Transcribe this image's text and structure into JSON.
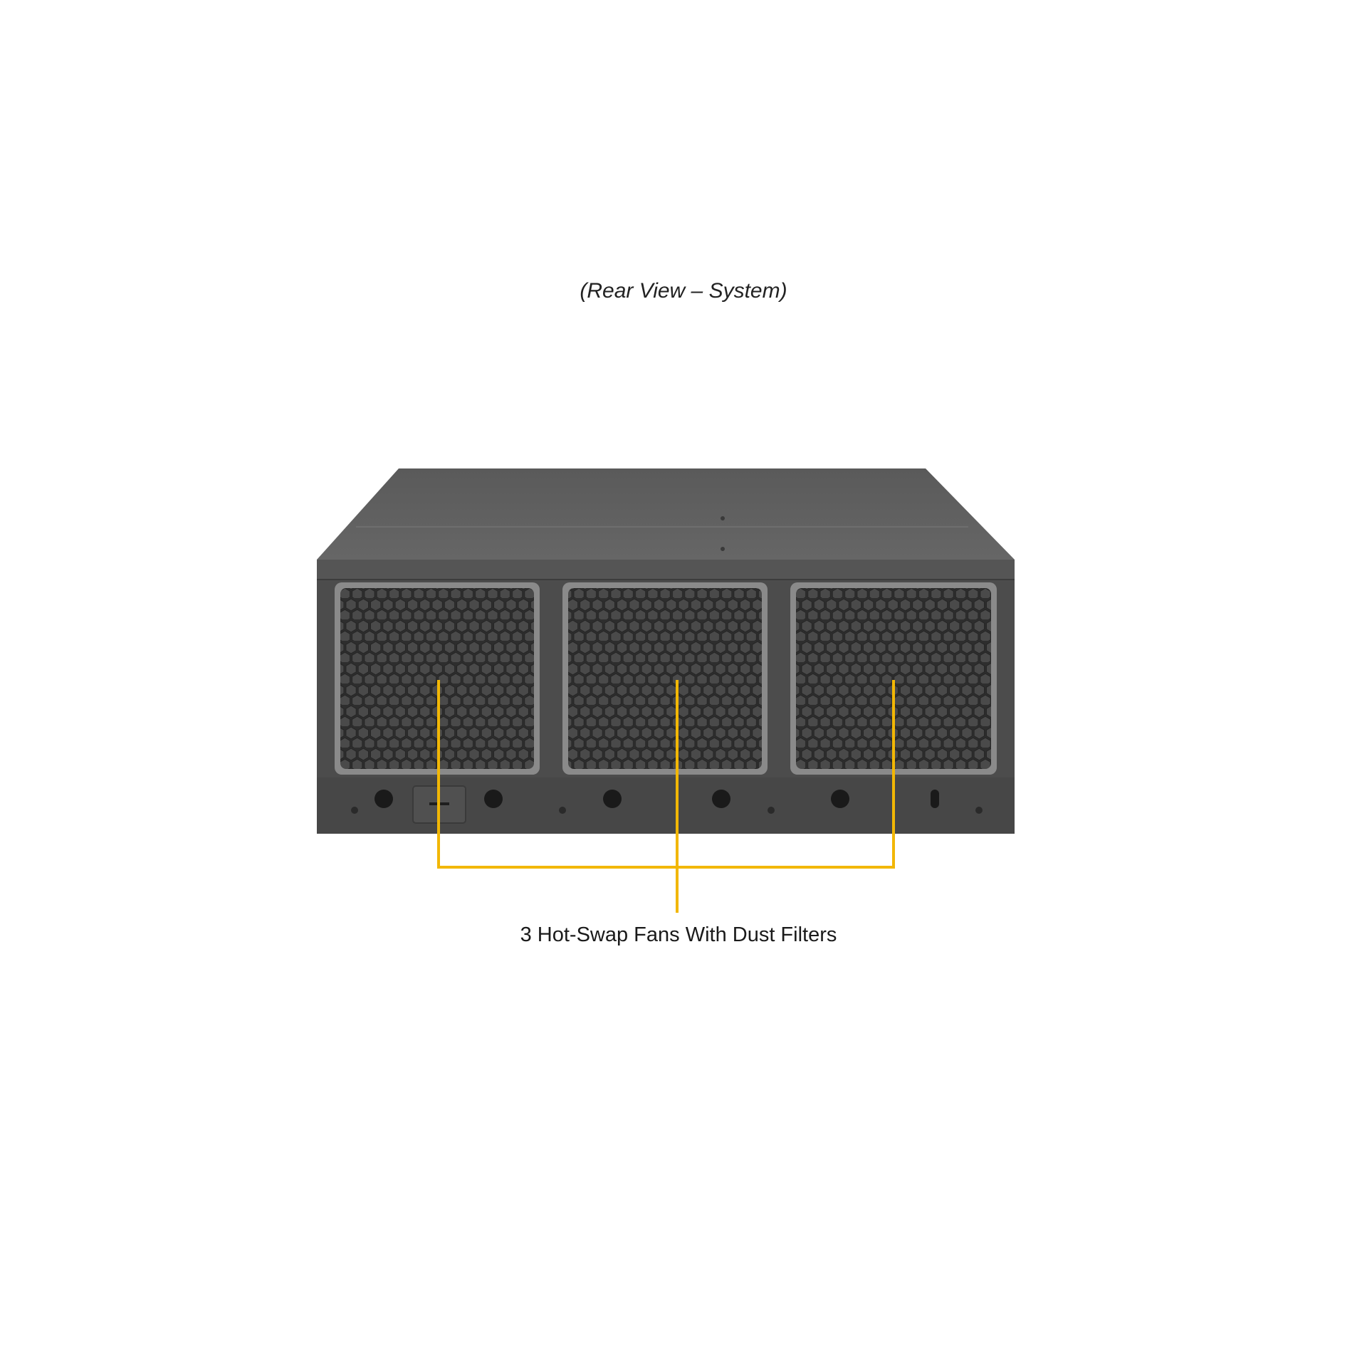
{
  "diagram": {
    "caption": "(Rear View – System)",
    "callout_label": "3 Hot-Swap Fans With Dust Filters",
    "fan_count": 3
  },
  "colors": {
    "background": "#ffffff",
    "chassis_top": "#5f5f5f",
    "chassis_front": "#4c4c4c",
    "fan_mesh": "#3a3a3a",
    "callout_line": "#f2b705"
  }
}
